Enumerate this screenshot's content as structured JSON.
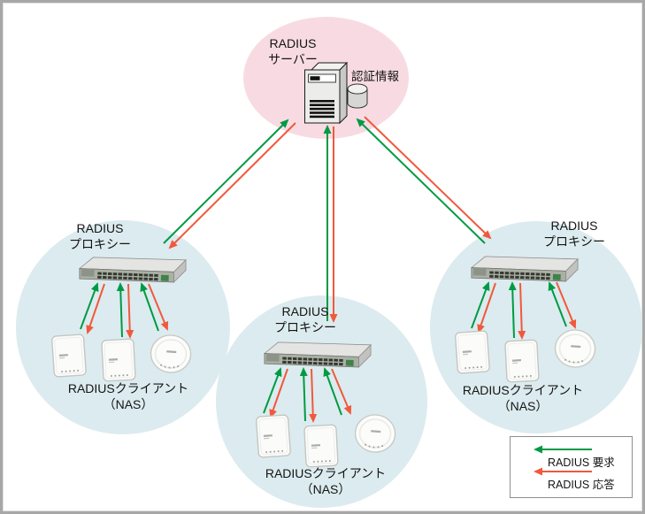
{
  "diagram": {
    "server": {
      "name_line1": "RADIUS",
      "name_line2": "サーバー",
      "datastore_label": "認証情報"
    },
    "proxy_groups": [
      {
        "position": "left",
        "proxy_line1": "RADIUS",
        "proxy_line2": "プロキシー",
        "clients_line1": "RADIUSクライアント",
        "clients_line2": "（NAS）"
      },
      {
        "position": "center",
        "proxy_line1": "RADIUS",
        "proxy_line2": "プロキシー",
        "clients_line1": "RADIUSクライアント",
        "clients_line2": "（NAS）"
      },
      {
        "position": "right",
        "proxy_line1": "RADIUS",
        "proxy_line2": "プロキシー",
        "clients_line1": "RADIUSクライアント",
        "clients_line2": "（NAS）"
      }
    ],
    "legend": {
      "request_label": "RADIUS 要求",
      "response_label": "RADIUS 応答"
    },
    "colors": {
      "request_arrow_green": "#009a44",
      "response_arrow_red": "#f0593c",
      "server_zone_pink": "#f8dbe2",
      "proxy_zone_blue": "#dcebef",
      "frame_border_gray": "#a7a7a7"
    },
    "icons": {
      "server": "server-tower-icon",
      "datastore": "database-cylinder-icon",
      "proxy": "network-switch-icon",
      "client_square": "wireless-ap-square-icon",
      "client_round": "wireless-ap-round-icon"
    }
  }
}
